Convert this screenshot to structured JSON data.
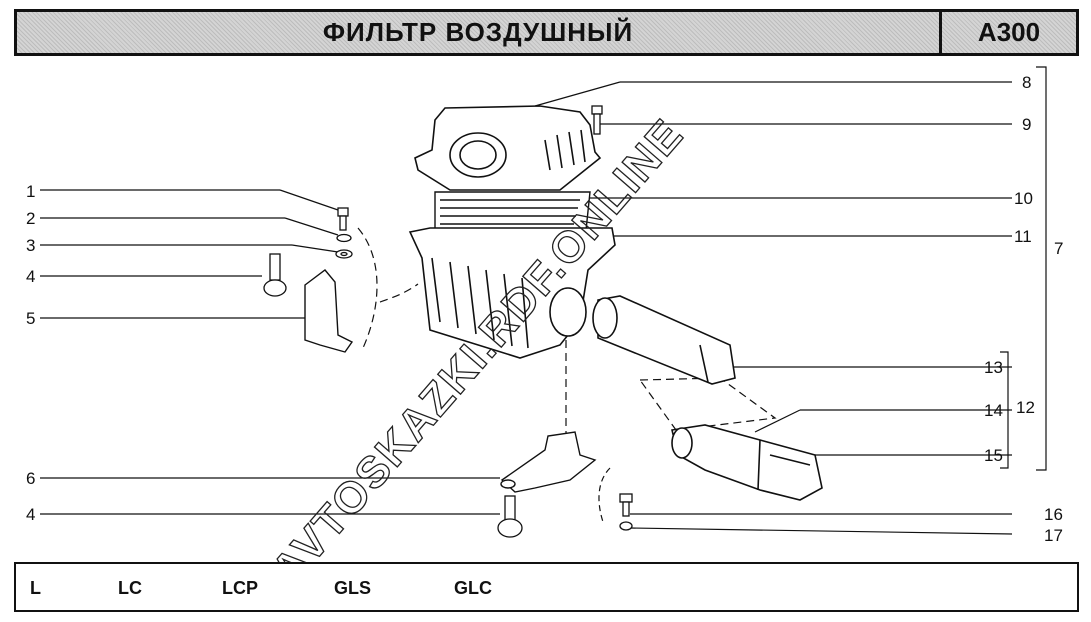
{
  "header": {
    "title": "ФИЛЬТР ВОЗДУШНЫЙ",
    "code": "A300"
  },
  "watermark": "AVTOSKAZKI.RDF.ONLINE",
  "footer": {
    "variants": [
      "L",
      "LC",
      "LCP",
      "GLS",
      "GLC"
    ]
  },
  "callouts": {
    "c1": "1",
    "c2": "2",
    "c3": "3",
    "c4a": "4",
    "c5": "5",
    "c6": "6",
    "c4b": "4",
    "c8": "8",
    "c9": "9",
    "c10": "10",
    "c11": "11",
    "c7": "7",
    "c13": "13",
    "c14": "14",
    "c12": "12",
    "c15": "15",
    "c16": "16",
    "c17": "17"
  }
}
